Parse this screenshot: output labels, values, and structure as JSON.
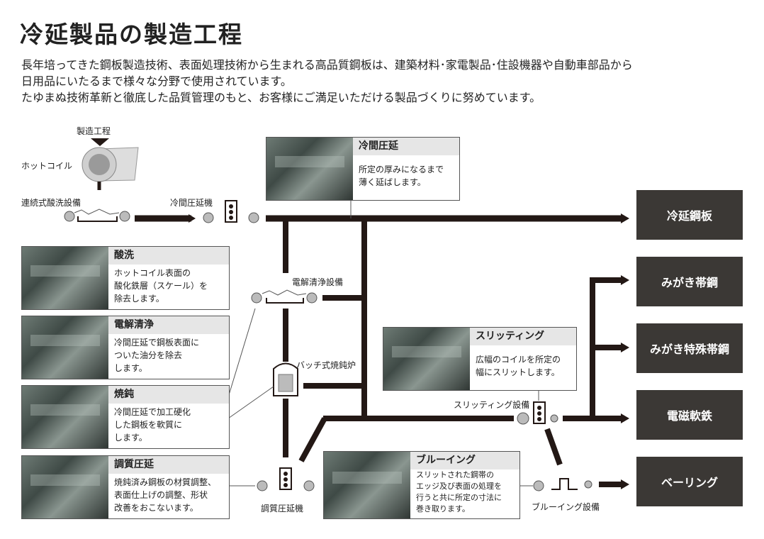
{
  "title": "冷延製品の製造工程",
  "intro": [
    "長年培ってきた鋼板製造技術、表面処理技術から生まれる高品質鋼板は、建築材料･家電製品･住設機器や自動車部品から",
    "日用品にいたるまで様々な分野で使用されています。",
    "たゆまぬ技術革新と徹底した品質管理のもと、お客様にご満足いただける製品づくりに努めています。"
  ],
  "labels": {
    "process": "製造工程",
    "hot_coil": "ホットコイル",
    "pickling_line": "連続式酸洗設備",
    "cold_mill": "冷間圧延機",
    "electrolytic_line": "電解清浄設備",
    "batch_furnace": "バッチ式焼鈍炉",
    "temper_mill": "調質圧延機",
    "slitting_line": "スリッティング設備",
    "bluing_line": "ブルーイング設備"
  },
  "cards": {
    "cold_rolling": {
      "title": "冷間圧延",
      "lines": [
        "所定の厚みになるまで",
        "薄く延ばします。"
      ]
    },
    "pickling": {
      "title": "酸洗",
      "lines": [
        "ホットコイル表面の",
        "酸化鉄層（スケール）を",
        "除去します。"
      ]
    },
    "cleaning": {
      "title": "電解清浄",
      "lines": [
        "冷間圧延で鋼板表面に",
        "ついた油分を除去",
        "します。"
      ]
    },
    "annealing": {
      "title": "焼鈍",
      "lines": [
        "冷間圧延で加工硬化",
        "した鋼板を軟質に",
        "します。"
      ]
    },
    "temper": {
      "title": "調質圧延",
      "lines": [
        "焼鈍済み鋼板の材質調整、",
        "表面仕上げの調整、形状",
        "改善をおこないます。"
      ]
    },
    "slitting": {
      "title": "スリッティング",
      "lines": [
        "広幅のコイルを所定の",
        "幅にスリットします。"
      ]
    },
    "bluing": {
      "title": "ブルーイング",
      "lines": [
        "スリットされた鋼帯の",
        "エッジ及び表面の処理を",
        "行うと共に所定の寸法に",
        "巻き取ります。"
      ]
    }
  },
  "products": [
    "冷延鋼板",
    "みがき帯鋼",
    "みがき特殊帯鋼",
    "電磁軟鉄",
    "ベーリング"
  ],
  "colors": {
    "line": "#231815",
    "product_bg": "#3b3835",
    "card_header": "#e6e6e6"
  }
}
